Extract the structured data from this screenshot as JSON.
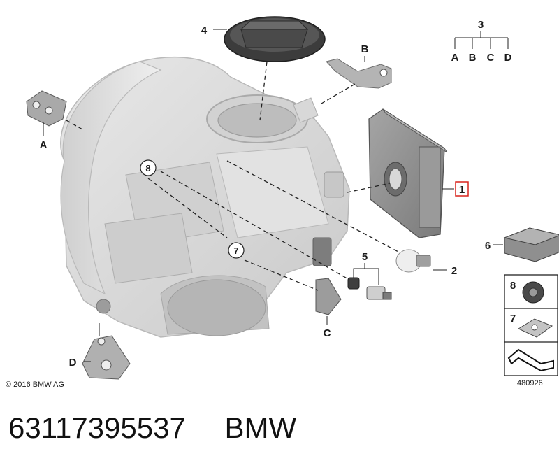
{
  "diagram": {
    "callouts": {
      "c1": "1",
      "c2": "2",
      "c3": "3",
      "c4": "4",
      "c5": "5",
      "c6": "6",
      "c7": "7",
      "c8": "8",
      "cA": "A",
      "cB": "B",
      "cC": "C",
      "cD": "D"
    },
    "tree3": {
      "root": "3",
      "leaves": [
        "A",
        "B",
        "C",
        "D"
      ]
    },
    "side_panel": {
      "top_label": "8",
      "mid_label": "7"
    },
    "copyright": "© 2016 BMW AG",
    "diagram_id": "480926",
    "colors": {
      "housing": "#dcdcdc",
      "part": "#8f8f8f",
      "highlight": "#d9221c"
    }
  },
  "footer": {
    "part_number": "63117395537",
    "brand": "BMW"
  }
}
